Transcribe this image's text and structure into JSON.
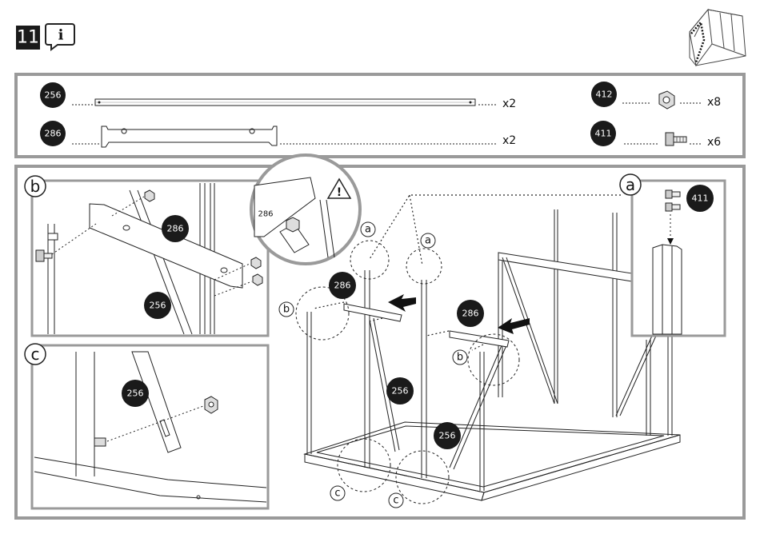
{
  "step": {
    "number": "11",
    "info_icon_text": "i"
  },
  "parts_box": {
    "parts": [
      {
        "id": "256",
        "quantity": "x2"
      },
      {
        "id": "286",
        "quantity": "x2"
      },
      {
        "id": "412",
        "quantity": "x8"
      },
      {
        "id": "411",
        "quantity": "x6"
      }
    ]
  },
  "main_box": {
    "detail_b": {
      "letter": "b",
      "labels": [
        "286",
        "256"
      ]
    },
    "detail_c": {
      "letter": "c",
      "labels": [
        "256"
      ]
    },
    "detail_a": {
      "letter": "a",
      "labels": [
        "411"
      ]
    },
    "warning": {
      "symbol": "!",
      "label": "286"
    },
    "callouts": {
      "a1": "a",
      "a2": "a",
      "b1": "b",
      "b2": "b",
      "c1": "c",
      "c2": "c",
      "n286_left": "286",
      "n286_right": "286",
      "n256_mid": "256",
      "n256_front": "256"
    }
  },
  "colors": {
    "frame": "#9a9a9a",
    "badge": "#1a1a1a",
    "line": "#222222"
  }
}
